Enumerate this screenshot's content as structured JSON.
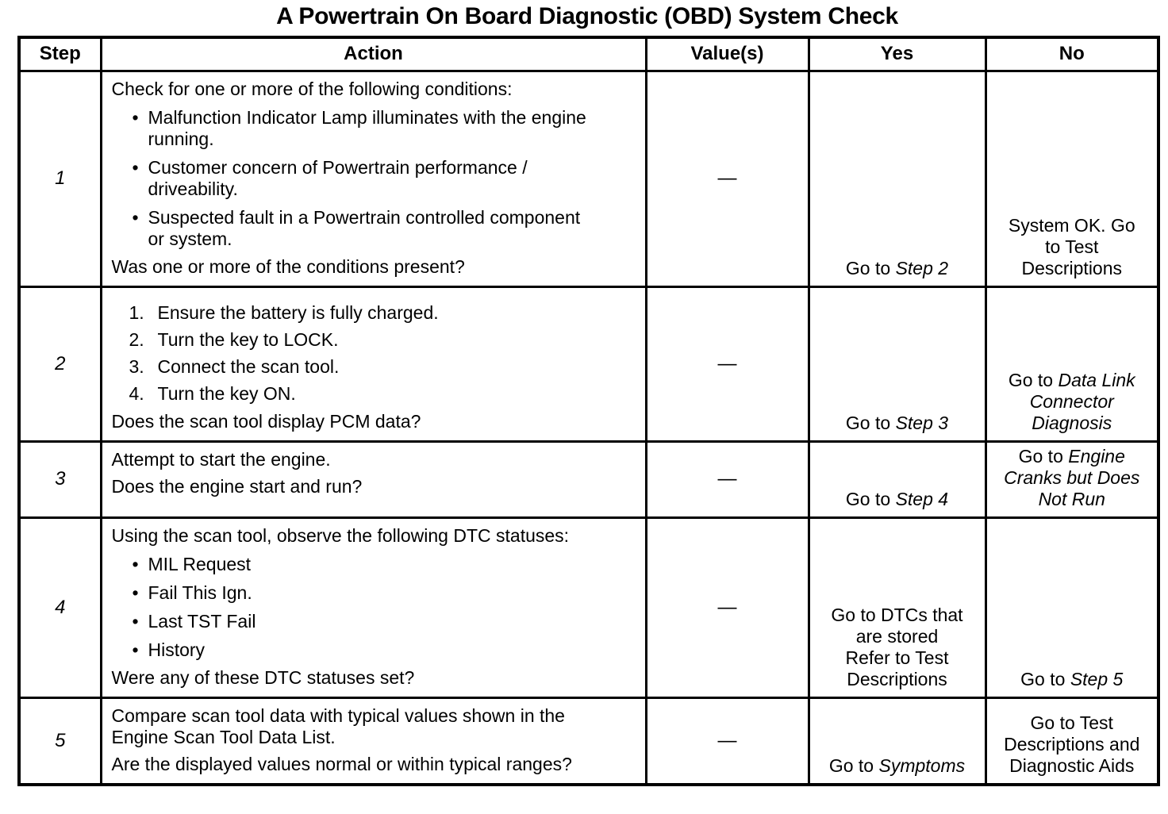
{
  "page_title": "A Powertrain On Board Diagnostic (OBD) System Check",
  "table": {
    "headers": {
      "step": "Step",
      "action": "Action",
      "values": "Value(s)",
      "yes": "Yes",
      "no": "No"
    },
    "rows": [
      {
        "step": "1",
        "action": [
          {
            "type": "para",
            "text": "Check for one or more of the following conditions:"
          },
          {
            "type": "list",
            "style": "bullet",
            "items": [
              "Malfunction Indicator Lamp illuminates with the engine\nrunning.",
              "Customer concern of Powertrain performance /\ndriveability.",
              "Suspected fault in a Powertrain controlled component\nor system."
            ]
          },
          {
            "type": "para",
            "text": "Was one or more of the conditions present?"
          }
        ],
        "value": "—",
        "yes": [
          {
            "t": "Go to "
          },
          {
            "t": "Step 2",
            "i": true
          }
        ],
        "no": [
          {
            "t": "System OK. Go\nto Test\nDescriptions"
          }
        ]
      },
      {
        "step": "2",
        "action": [
          {
            "type": "list",
            "style": "number",
            "items": [
              "Ensure the battery is fully charged.",
              "Turn the key to LOCK.",
              "Connect the scan tool.",
              "Turn the key ON."
            ]
          },
          {
            "type": "para",
            "text": "Does the scan tool display PCM data?"
          }
        ],
        "value": "—",
        "yes": [
          {
            "t": "Go to "
          },
          {
            "t": "Step 3",
            "i": true
          }
        ],
        "no": [
          {
            "t": "Go to "
          },
          {
            "t": "Data Link\nConnector\nDiagnosis",
            "i": true
          }
        ]
      },
      {
        "step": "3",
        "action": [
          {
            "type": "para",
            "text": "Attempt to start the engine."
          },
          {
            "type": "para",
            "text": "Does the engine start and run?"
          }
        ],
        "value": "—",
        "yes": [
          {
            "t": "Go to "
          },
          {
            "t": "Step 4",
            "i": true
          }
        ],
        "no": [
          {
            "t": "Go to "
          },
          {
            "t": "Engine\nCranks but Does\nNot Run",
            "i": true
          }
        ]
      },
      {
        "step": "4",
        "action": [
          {
            "type": "para",
            "text": "Using the scan tool, observe the following DTC statuses:"
          },
          {
            "type": "list",
            "style": "bullet",
            "items": [
              "MIL Request",
              "Fail This Ign.",
              "Last TST Fail",
              "History"
            ]
          },
          {
            "type": "para",
            "text": "Were any of these DTC statuses set?"
          }
        ],
        "value": "—",
        "yes": [
          {
            "t": "Go to DTCs that\nare stored\nRefer to Test\nDescriptions"
          }
        ],
        "no": [
          {
            "t": "Go to "
          },
          {
            "t": "Step 5",
            "i": true
          }
        ]
      },
      {
        "step": "5",
        "action": [
          {
            "type": "para",
            "text": "Compare scan tool data with typical values shown in the\nEngine Scan Tool Data List."
          },
          {
            "type": "para",
            "text": "Are the displayed values normal or within typical ranges?"
          }
        ],
        "value": "—",
        "yes": [
          {
            "t": "Go to "
          },
          {
            "t": "Symptoms",
            "i": true
          }
        ],
        "no": [
          {
            "t": "Go to Test\nDescriptions and\nDiagnostic Aids"
          }
        ]
      }
    ]
  }
}
